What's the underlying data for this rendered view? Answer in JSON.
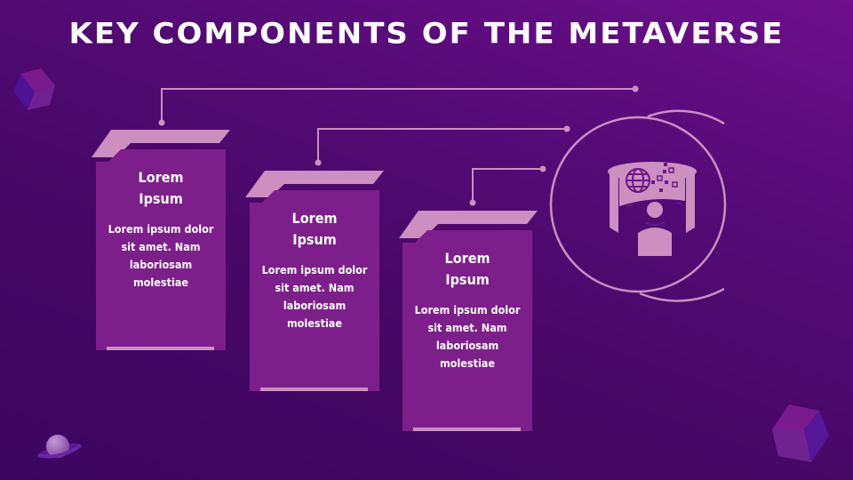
{
  "slide": {
    "title": "KEY COMPONENTS OF THE METAVERSE",
    "colors": {
      "background_start": "#6e0f8c",
      "background_end": "#3c0660",
      "card_fill": "#7d1f8a",
      "accent_light": "#cc8fc0",
      "text": "#ffffff"
    },
    "cards": [
      {
        "title_line1": "Lorem",
        "title_line2": "Ipsum",
        "body_lines": [
          "Lorem ipsum dolor",
          "sit amet. Nam",
          "laboriosam",
          "molestiae"
        ]
      },
      {
        "title_line1": "Lorem",
        "title_line2": "Ipsum",
        "body_lines": [
          "Lorem ipsum dolor",
          "sit amet. Nam",
          "laboriosam",
          "molestiae"
        ]
      },
      {
        "title_line1": "Lorem",
        "title_line2": "Ipsum",
        "body_lines": [
          "Lorem ipsum dolor",
          "sit amet. Nam",
          "laboriosam",
          "molestiae"
        ]
      }
    ],
    "icons": {
      "center": "metaverse-vr-user-icon",
      "decor": [
        "cube-icon",
        "planet-icon",
        "cube-icon"
      ]
    }
  }
}
